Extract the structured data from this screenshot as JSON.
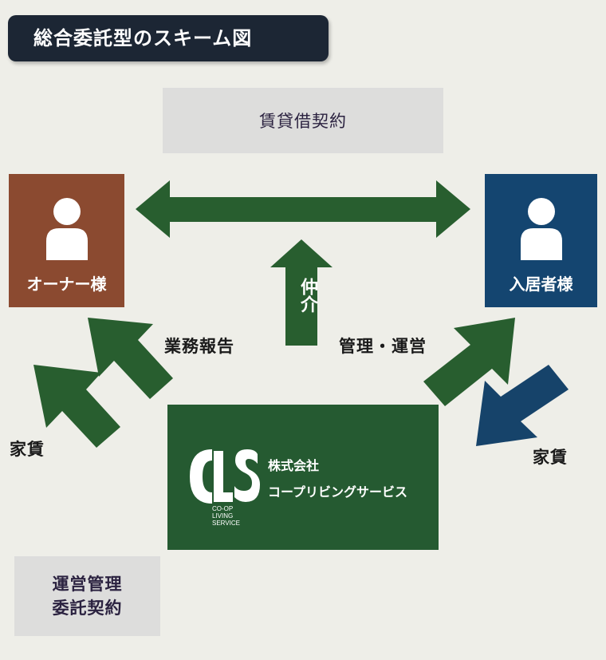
{
  "title": "総合委託型のスキーム図",
  "lease_contract": "賃貸借契約",
  "owner": {
    "label": "オーナー様",
    "icon": "person-icon"
  },
  "tenant": {
    "label": "入居者様",
    "icon": "person-icon"
  },
  "labels": {
    "intermediary": "仲介",
    "business_report": "業務報告",
    "management": "管理・運営",
    "rent_left": "家賃",
    "rent_right": "家賃"
  },
  "company": {
    "logo_text": "CLS",
    "logo_sub": [
      "CO-OP",
      "LIVING",
      "SERVICE"
    ],
    "name_line1": "株式会社",
    "name_line2": "コープリビングサービス"
  },
  "management_contract": {
    "line1": "運営管理",
    "line2": "委託契約"
  },
  "colors": {
    "background": "#eeeee8",
    "title_bg": "#1c2634",
    "owner_box": "#8b4a30",
    "tenant_box": "#144570",
    "green_arrow": "#285e2f",
    "blue_arrow": "#16436a",
    "company_box": "#255a31",
    "contract_box": "#dddddc"
  }
}
